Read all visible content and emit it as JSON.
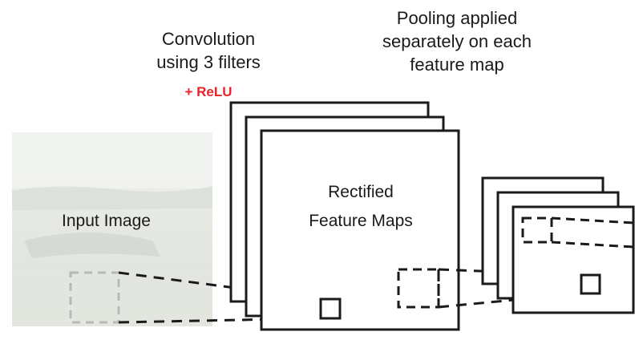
{
  "labels": {
    "convolution_line1": "Convolution",
    "convolution_line2": "using 3 filters",
    "activation": "+ ReLU",
    "pooling_line1": "Pooling applied",
    "pooling_line2": "separately on each",
    "pooling_line3": "feature map",
    "input": "Input Image",
    "rectified_line1": "Rectified",
    "rectified_line2": "Feature Maps"
  },
  "colors": {
    "activation": "#e8232a",
    "stroke": "#1a1a1a",
    "input_image_tint": "#e9ece8"
  }
}
